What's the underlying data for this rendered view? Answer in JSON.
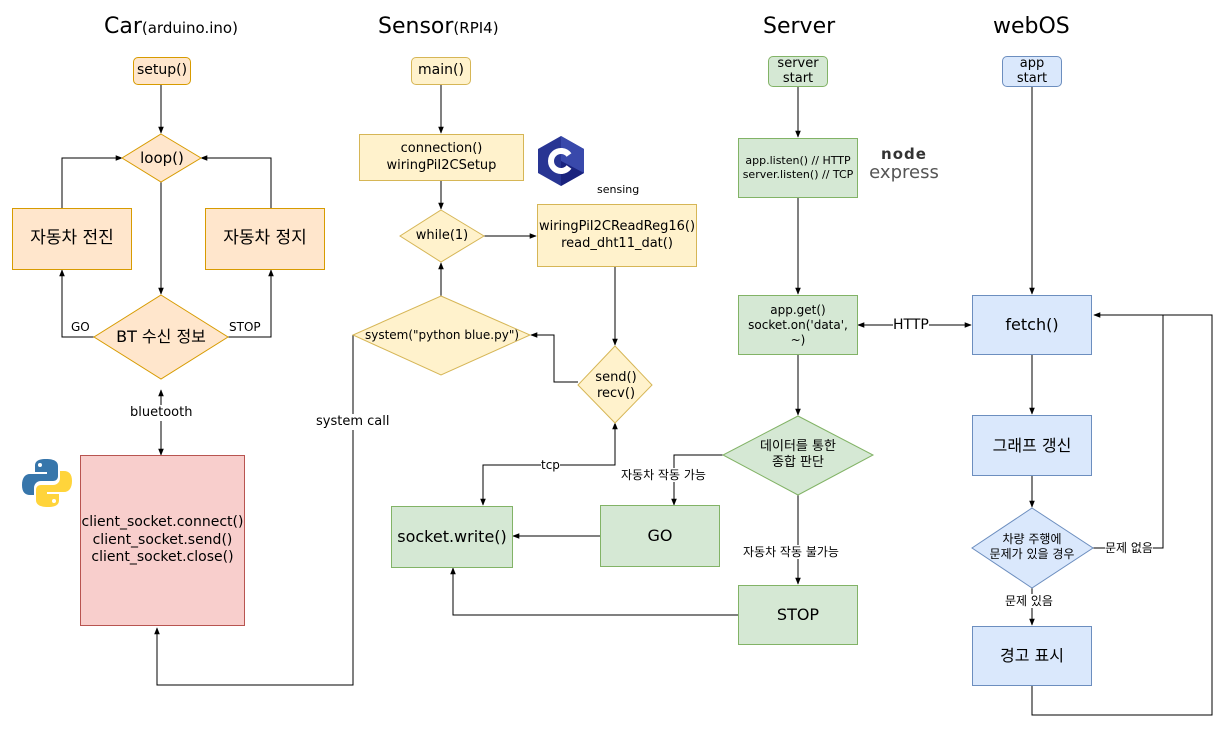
{
  "lanes": {
    "car": {
      "title": "Car",
      "sub": "(arduino.ino)"
    },
    "sensor": {
      "title": "Sensor",
      "sub": "(RPI4)"
    },
    "server": {
      "title": "Server"
    },
    "webos": {
      "title": "webOS"
    }
  },
  "car": {
    "setup": "setup()",
    "loop": "loop()",
    "forward": "자동차 전진",
    "stop_car": "자동차 정지",
    "bt": "BT 수신 정보",
    "go_label": "GO",
    "stop_label": "STOP",
    "bluetooth": "bluetooth",
    "client1": "client_socket.connect()",
    "client2": "client_socket.send()",
    "client3": "client_socket.close()"
  },
  "sensor": {
    "main": "main()",
    "conn1": "connection()",
    "conn2": "wiringPiI2CSetup",
    "while": "while(1)",
    "sensing": "sensing",
    "read1": "wiringPiI2CReadReg16()",
    "read2": "read_dht11_dat()",
    "system": "system(\"python blue.py\")",
    "sendrecv1": "send()",
    "sendrecv2": "recv()",
    "system_call": "system call",
    "tcp": "tcp",
    "socket_write": "socket.write()"
  },
  "server": {
    "start1": "server",
    "start2": "start",
    "listen1": "app.listen() // HTTP",
    "listen2": "server.listen() // TCP",
    "express_node": "node",
    "express": "express",
    "get1": "app.get()",
    "get2": "socket.on('data', ~)",
    "http": "HTTP",
    "judge1": "데이터를 통한",
    "judge2": "종합 판단",
    "can_go": "자동차 작동 가능",
    "go": "GO",
    "cannot_go": "자동차 작동 불가능",
    "stop": "STOP"
  },
  "webos": {
    "start1": "app",
    "start2": "start",
    "fetch": "fetch()",
    "graph": "그래프 갱신",
    "q1": "차량 주행에",
    "q2": "문제가 있을 경우",
    "no_problem": "문제 없음",
    "problem": "문제 있음",
    "warning": "경고 표시"
  },
  "icons": {
    "c_logo": "c-language-logo",
    "python_logo": "python-logo",
    "node_logo": "node-express-logo"
  }
}
